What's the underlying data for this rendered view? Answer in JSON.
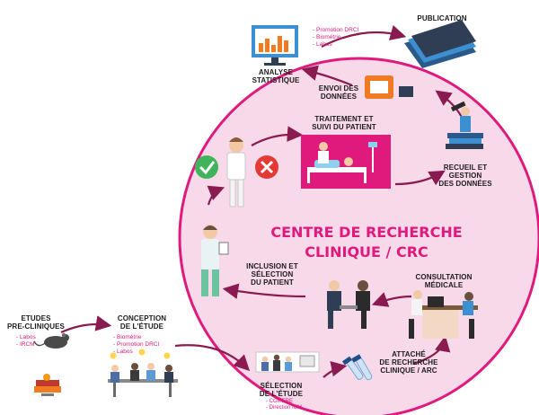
{
  "colors": {
    "accent": "#e0197d",
    "circle_fill": "#f7d9ea",
    "arrow": "#8a1b50",
    "text": "#1c1c1c",
    "check_green": "#3fb45b",
    "cross_red": "#e53935"
  },
  "center": {
    "title": "CENTRE DE RECHERCHE\nCLINIQUE / CRC"
  },
  "nodes": {
    "etudes": {
      "label": "ETUDES\nPRE-CLINIQUES",
      "items": [
        "Labos",
        "IRCM"
      ]
    },
    "conception": {
      "label": "CONCEPTION\nDE L'ÉTUDE",
      "items": [
        "Biométrie",
        "Promotion DRCI",
        "Labos"
      ]
    },
    "selection_etude": {
      "label": "SÉLECTION\nDE L'ÉTUDE",
      "items": [
        "COMERE",
        "Direction ICM"
      ]
    },
    "attache": {
      "label": "ATTACHÉ\nDE RECHERCHE\nCLINIQUE / ARC"
    },
    "consultation": {
      "label": "CONSULTATION\nMÉDICALE"
    },
    "inclusion": {
      "label": "INCLUSION ET\nSÉLECTION\nDU PATIENT"
    },
    "traitement": {
      "label": "TRAITEMENT ET\nSUIVI DU PATIENT"
    },
    "recueil": {
      "label": "RECUEIL ET\nGESTION\nDES DONNÉES"
    },
    "envoi": {
      "label": "ENVOI DES\nDONNÉES"
    },
    "analyse": {
      "label": "ANALYSE\nSTATISTIQUE",
      "items": [
        "Promotion DRCI",
        "Biométrie",
        "Labos"
      ]
    },
    "publication": {
      "label": "PUBLICATION"
    }
  },
  "icons": [
    "mouse-icon",
    "books-icon",
    "meeting-team-icon",
    "presentation-team-icon",
    "test-tubes-icon",
    "doctor-consultation-icon",
    "patient-meeting-icon",
    "doctor-clipboard-icon",
    "nurse-icon",
    "check-icon",
    "cross-icon",
    "hospital-bed-icon",
    "researcher-telescope-icon",
    "hard-drive-icon",
    "stats-monitor-icon",
    "publication-papers-icon"
  ]
}
